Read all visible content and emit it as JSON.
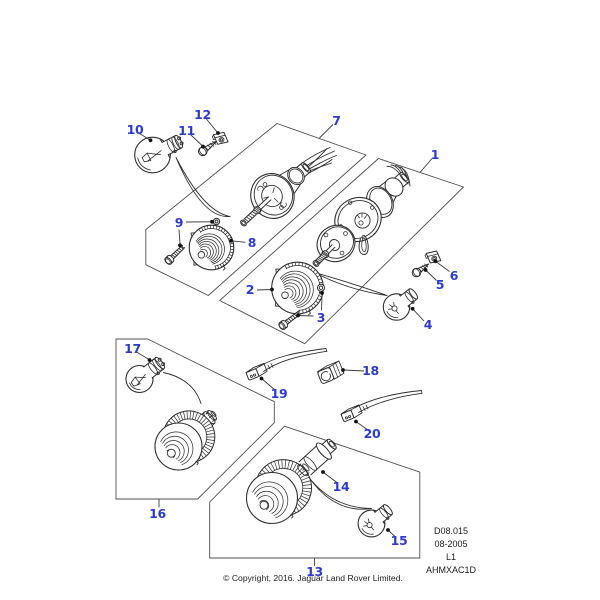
{
  "diagram": {
    "type": "exploded-parts-diagram",
    "subject": "side and flasher lamps",
    "callouts": [
      {
        "n": "1"
      },
      {
        "n": "2"
      },
      {
        "n": "3"
      },
      {
        "n": "4"
      },
      {
        "n": "5"
      },
      {
        "n": "6"
      },
      {
        "n": "7"
      },
      {
        "n": "8"
      },
      {
        "n": "9"
      },
      {
        "n": "10"
      },
      {
        "n": "11"
      },
      {
        "n": "12"
      },
      {
        "n": "13"
      },
      {
        "n": "14"
      },
      {
        "n": "15"
      },
      {
        "n": "16"
      },
      {
        "n": "17"
      },
      {
        "n": "18"
      },
      {
        "n": "19"
      },
      {
        "n": "20"
      }
    ],
    "footer": {
      "copyright": "© Copyright, 2016. Jaguar Land Rover Limited."
    },
    "info_block": {
      "line1": "D08.015",
      "line2": "08-2005",
      "line3": "L1",
      "line4": "AHMXAC1D"
    },
    "colors": {
      "callout": "#2b3bd2",
      "linework": "#2e2e2e",
      "background": "#ffffff"
    }
  }
}
